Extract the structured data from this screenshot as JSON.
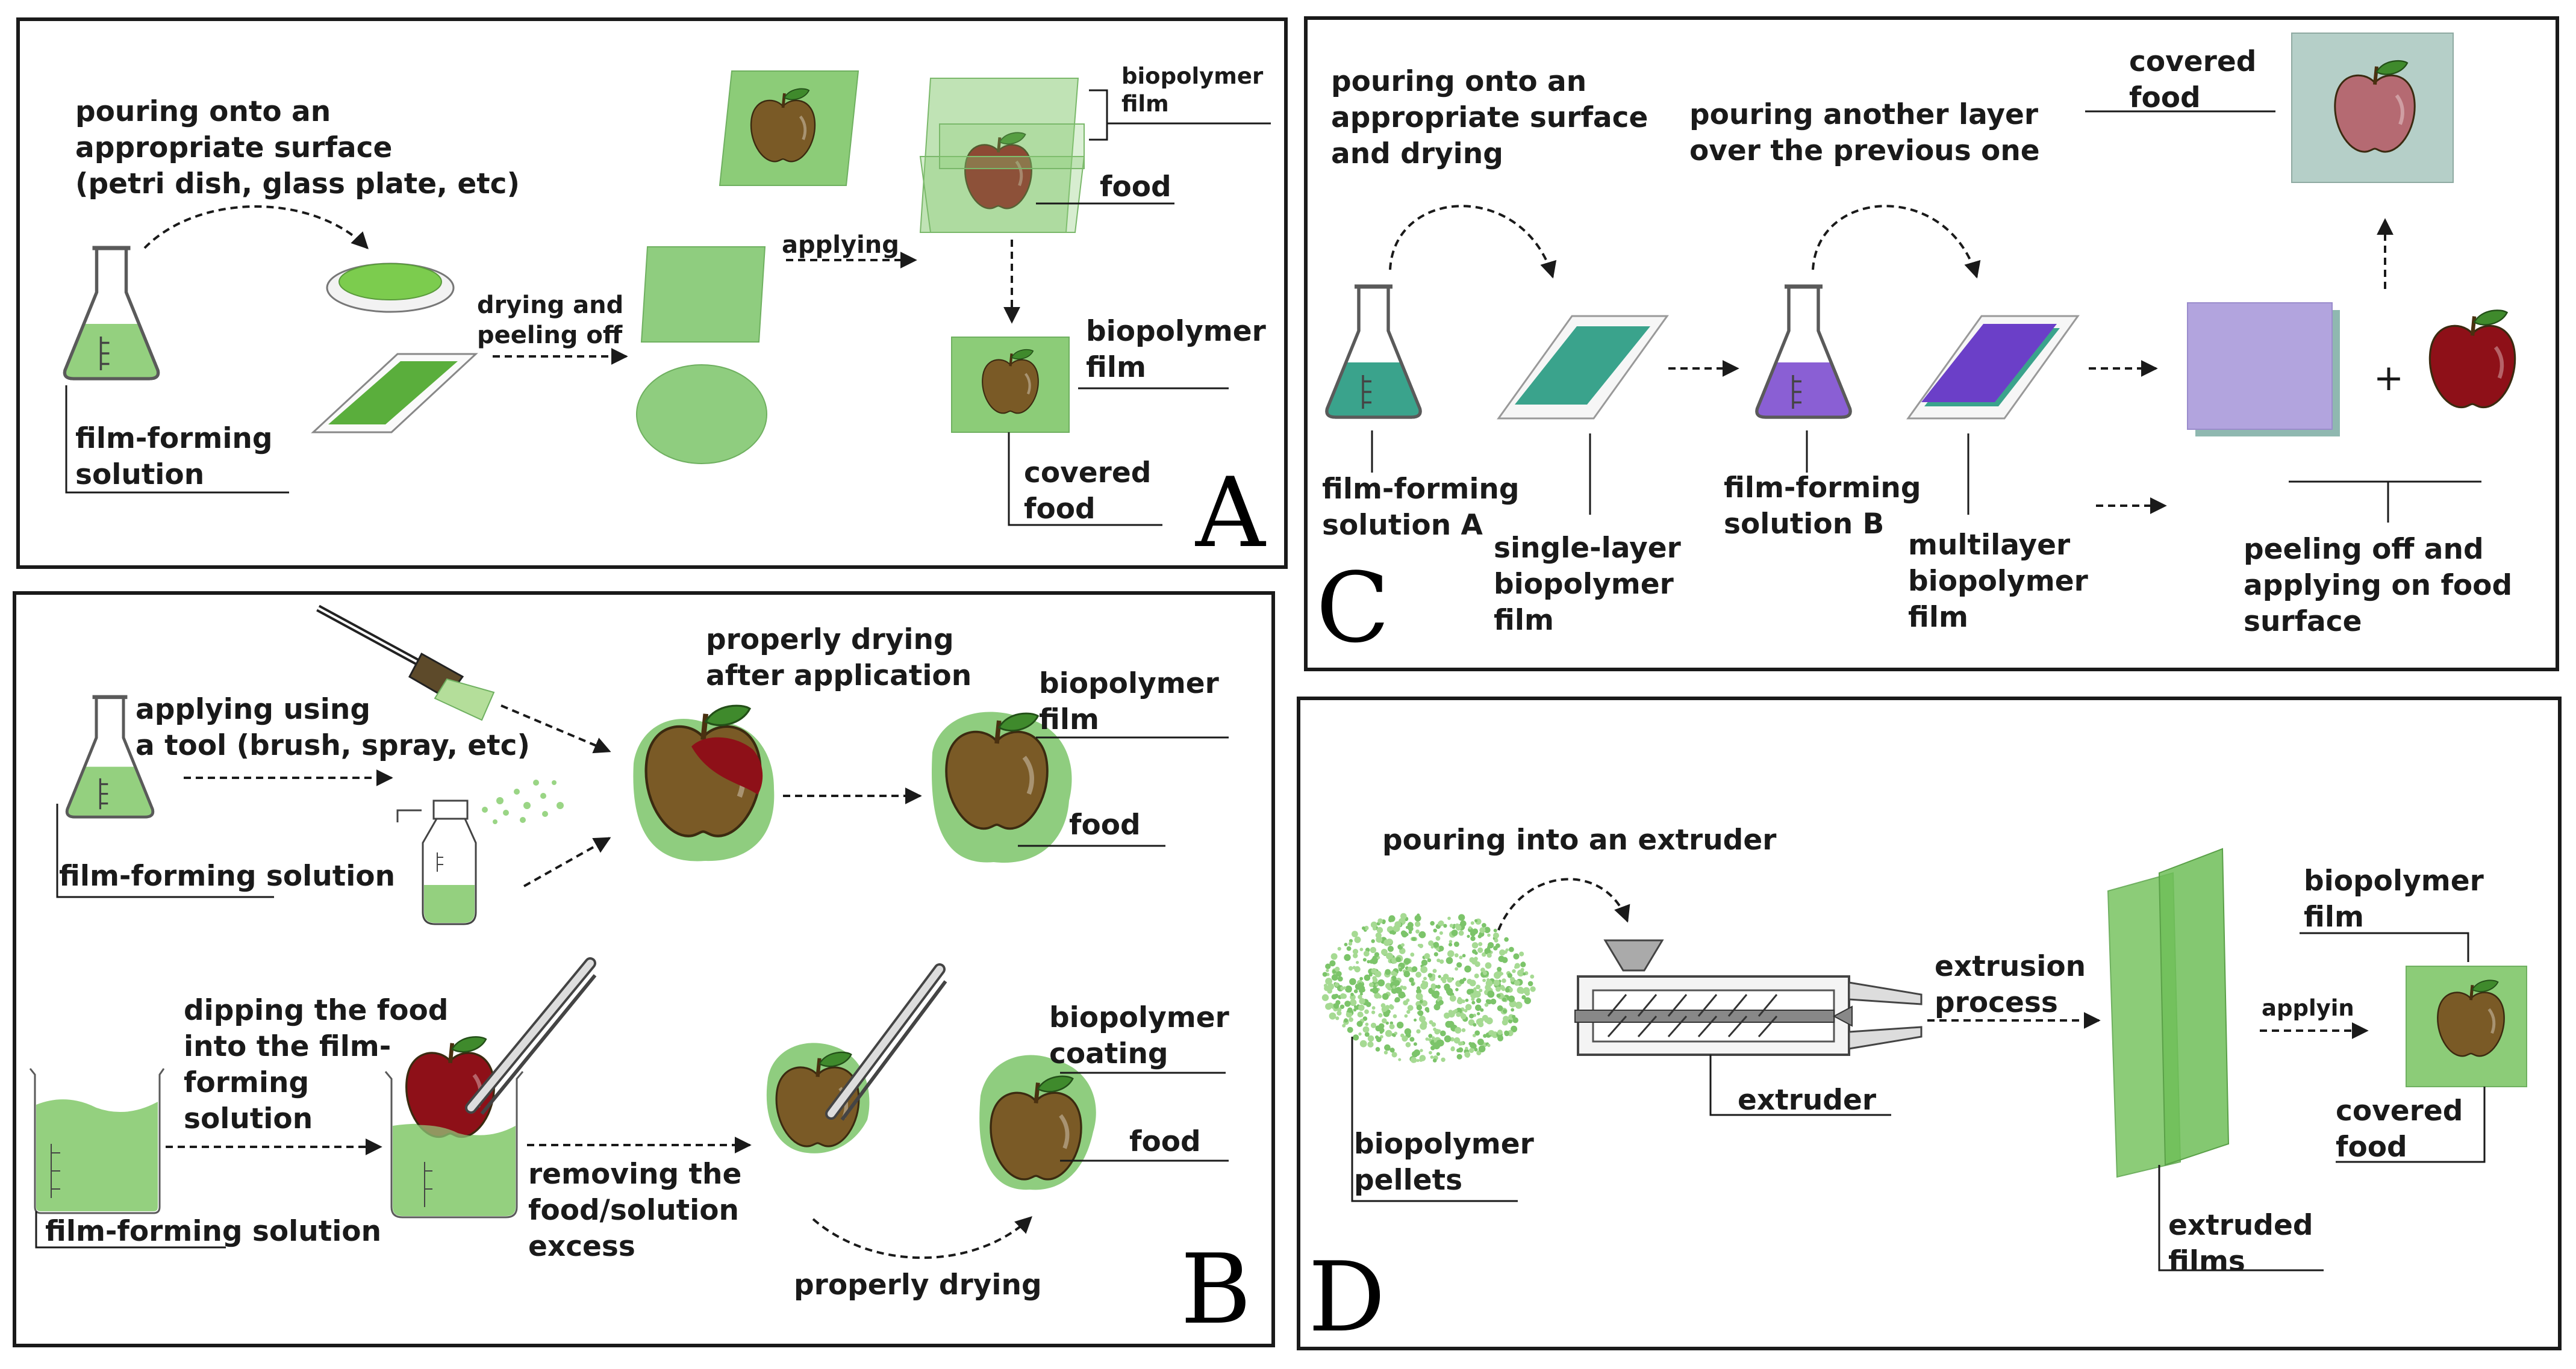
{
  "panels": {
    "A": {
      "letter": "A",
      "pour_label": [
        "pouring onto an",
        "appropriate surface",
        "(petri dish, glass plate, etc)"
      ],
      "solution_label": [
        "film-forming",
        "solution"
      ],
      "drying_label": [
        "drying and",
        "peeling off"
      ],
      "applying_label": "applying",
      "film_label_top": [
        "biopolymer",
        "film"
      ],
      "food_label": "food",
      "film_label_bottom": [
        "biopolymer",
        "film"
      ],
      "covered_food_label": [
        "covered",
        "food"
      ]
    },
    "B": {
      "letter": "B",
      "tool_label": [
        "applying using",
        "a tool (brush, spray, etc)"
      ],
      "solution_label_top": "film-forming solution",
      "drying_label": [
        "properly drying",
        "after application"
      ],
      "film_label": [
        "biopolymer",
        "film"
      ],
      "food_label_top": "food",
      "dipping_label": [
        "dipping the food",
        "into the film-",
        "forming",
        "solution"
      ],
      "solution_label_bottom": "film-forming solution",
      "removing_label": [
        "removing the",
        "food/solution",
        "excess"
      ],
      "coating_label": [
        "biopolymer",
        "coating"
      ],
      "food_label_bottom": "food",
      "properly_drying_label": "properly drying"
    },
    "C": {
      "letter": "C",
      "pour_label": [
        "pouring onto an",
        "appropriate surface",
        "and drying"
      ],
      "another_layer_label": [
        "pouring another layer",
        "over the previous one"
      ],
      "covered_food_label": [
        "covered",
        "food"
      ],
      "solution_a_label": [
        "film-forming",
        "solution A"
      ],
      "single_layer_label": [
        "single-layer",
        "biopolymer",
        "film"
      ],
      "solution_b_label": [
        "film-forming",
        "solution B"
      ],
      "multilayer_label": [
        "multilayer",
        "biopolymer",
        "film"
      ],
      "plus_sign": "+",
      "peeling_label": [
        "peeling off and",
        "applying on food",
        "surface"
      ]
    },
    "D": {
      "letter": "D",
      "pour_label": "pouring into an extruder",
      "pellets_label": [
        "biopolymer",
        "pellets"
      ],
      "extruder_label": "extruder",
      "extrusion_label": [
        "extrusion",
        "process"
      ],
      "extruded_label": [
        "extruded",
        "films"
      ],
      "film_label": [
        "biopolymer",
        "film"
      ],
      "applying_label": "applyin",
      "covered_food_label": [
        "covered",
        "food"
      ]
    }
  },
  "colors": {
    "film_green": "#8ccc78",
    "solution_green": "#94d07f",
    "apple_red": "#8e1018",
    "apple_brown": "#7a5a26",
    "teal": "#3aa38c",
    "purple": "#8a5fd4",
    "lavender": "#b2a4de",
    "border": "#1a1a1a"
  }
}
